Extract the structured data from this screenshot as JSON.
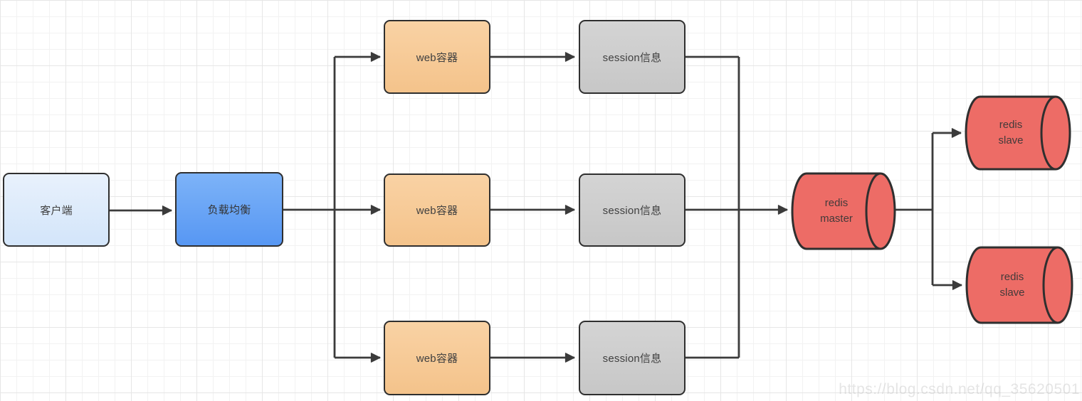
{
  "nodes": {
    "client": {
      "label": "客户端",
      "fill": "#dbe9fb"
    },
    "load_balancer": {
      "label": "负载均衡",
      "fill": "#63a3f5"
    },
    "web_containers": [
      {
        "label": "web容器"
      },
      {
        "label": "web容器"
      },
      {
        "label": "web容器"
      }
    ],
    "session_stores": [
      {
        "label": "session信息"
      },
      {
        "label": "session信息"
      },
      {
        "label": "session信息"
      }
    ],
    "redis_master": {
      "label": "redis\nmaster",
      "fill": "#ed6c66"
    },
    "redis_slaves": [
      {
        "label": "redis\nslave"
      },
      {
        "label": "redis\nslave"
      }
    ]
  },
  "watermark": {
    "text": "https://blog.csdn.net/qq_35620501"
  },
  "colors": {
    "connector": "#3b3b3b",
    "node_border": "#2f2f2f",
    "client_fill": "#dbe9fb",
    "load_balancer_fill": "#63a3f5",
    "web_fill": "#f6c998",
    "session_fill": "#cdcdcd",
    "redis_fill": "#ed6c66",
    "grid_minor": "#f2f2f2",
    "grid_major": "#e6e6e6",
    "watermark_text": "#e3e3e3"
  }
}
